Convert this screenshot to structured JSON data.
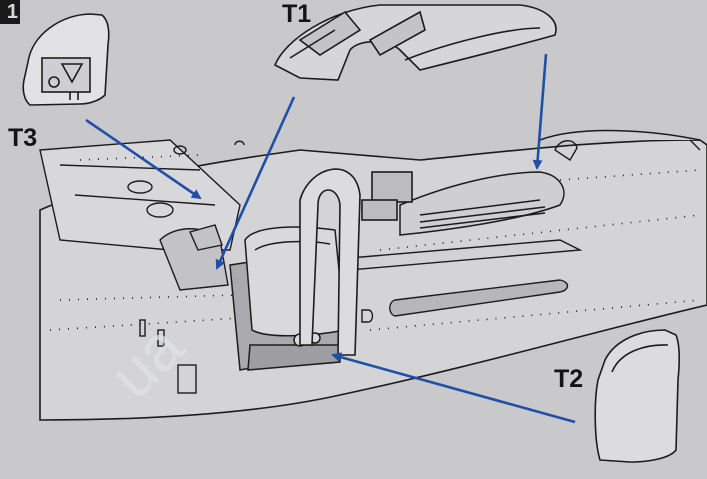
{
  "step": {
    "number": "1"
  },
  "labels": {
    "t1": "T1",
    "t2": "T2",
    "t3": "T3"
  },
  "watermark": {
    "text": "ua"
  },
  "colors": {
    "background": "#c9c9cc",
    "line": "#1c1c1c",
    "arrow": "#1f4fa8",
    "part_fill": "#d6d6d9",
    "shadow": "#9d9da2"
  }
}
